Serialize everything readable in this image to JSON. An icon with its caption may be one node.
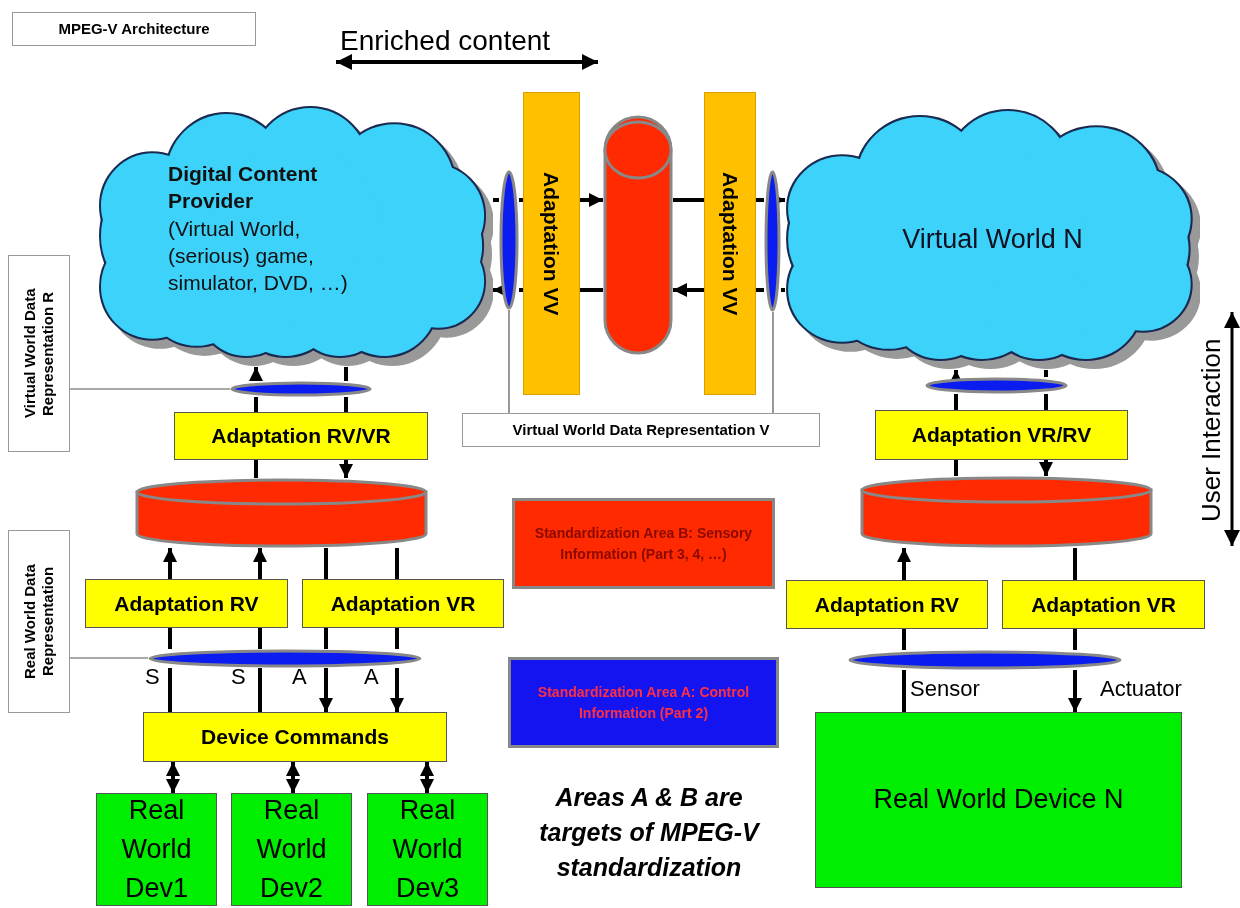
{
  "diagram": {
    "title": "MPEG-V Architecture",
    "nodes": [
      {
        "text": [
          "Digital Content Provider",
          "(Virtual World, (serious) game, simulator, DVD, …)"
        ]
      },
      {
        "text": [
          "Virtual World N"
        ]
      },
      {
        "text": [
          "Adaptation VV"
        ]
      },
      {
        "text": [],
        "shape": "cylinder"
      },
      {
        "text": [
          "Adaptation VV"
        ]
      },
      {
        "text": [],
        "shape": "ellipse"
      },
      {
        "text": [],
        "shape": "ellipse"
      },
      {
        "text": [
          "Virtual World Data Representation V"
        ]
      },
      {
        "text": [
          "Virtual World Data Representation R"
        ]
      },
      {
        "text": [],
        "shape": "ellipse"
      },
      {
        "text": [
          "Adaptation RV/VR"
        ]
      },
      {
        "text": [],
        "shape": "cylinder"
      },
      {
        "text": [
          "Adaptation RV"
        ]
      },
      {
        "text": [
          "Adaptation VR"
        ]
      },
      {
        "text": [
          "Real World Data Representation"
        ]
      },
      {
        "text": [],
        "shape": "ellipse"
      },
      {
        "text": [
          "Device Commands"
        ]
      },
      {
        "text": [
          "Real World Dev1"
        ]
      },
      {
        "text": [
          "Real World Dev2"
        ]
      },
      {
        "text": [
          "Real World Dev3"
        ]
      },
      {
        "text": [
          "Standardization Area B: Sensory Information (Part 3, 4, …)"
        ]
      },
      {
        "text": [
          "Standardization Area A: Control Information (Part 2)"
        ]
      },
      {
        "text": [],
        "shape": "ellipse"
      },
      {
        "text": [
          "Adaptation VR/RV"
        ]
      },
      {
        "text": [],
        "shape": "cylinder"
      },
      {
        "text": [
          "Adaptation RV"
        ]
      },
      {
        "text": [
          "Adaptation VR"
        ]
      },
      {
        "text": [],
        "shape": "ellipse"
      },
      {
        "text": [
          "Real World Device N"
        ]
      }
    ],
    "edges": [
      {
        "from": 0,
        "to": 5,
        "arrow": "none"
      },
      {
        "from": 5,
        "to": 2,
        "arrow": "none"
      },
      {
        "from": 2,
        "to": 3,
        "arrow": "to"
      },
      {
        "from": 3,
        "to": 4,
        "arrow": "none"
      },
      {
        "from": 4,
        "to": 6,
        "arrow": "none"
      },
      {
        "from": 6,
        "to": 1,
        "arrow": "to"
      },
      {
        "from": 1,
        "to": 6,
        "arrow": "none"
      },
      {
        "from": 6,
        "to": 4,
        "arrow": "none"
      },
      {
        "from": 4,
        "to": 3,
        "arrow": "to"
      },
      {
        "from": 3,
        "to": 2,
        "arrow": "none"
      },
      {
        "from": 2,
        "to": 5,
        "arrow": "none"
      },
      {
        "from": 5,
        "to": 0,
        "arrow": "to"
      },
      {
        "from": 11,
        "to": 10,
        "arrow": "none"
      },
      {
        "from": 10,
        "to": 9,
        "arrow": "none"
      },
      {
        "from": 9,
        "to": 0,
        "arrow": "to"
      },
      {
        "from": 0,
        "to": 9,
        "arrow": "none"
      },
      {
        "from": 9,
        "to": 10,
        "arrow": "none"
      },
      {
        "from": 10,
        "to": 11,
        "arrow": "to"
      },
      {
        "from": 16,
        "to": 15,
        "arrow": "none"
      },
      {
        "from": 15,
        "to": 12,
        "arrow": "none"
      },
      {
        "from": 12,
        "to": 11,
        "arrow": "to"
      },
      {
        "from": 16,
        "to": 15,
        "arrow": "none"
      },
      {
        "from": 15,
        "to": 12,
        "arrow": "none"
      },
      {
        "from": 12,
        "to": 11,
        "arrow": "to"
      },
      {
        "from": 11,
        "to": 13,
        "arrow": "none"
      },
      {
        "from": 13,
        "to": 15,
        "arrow": "none"
      },
      {
        "from": 15,
        "to": 16,
        "arrow": "to"
      },
      {
        "from": 11,
        "to": 13,
        "arrow": "none"
      },
      {
        "from": 13,
        "to": 15,
        "arrow": "none"
      },
      {
        "from": 15,
        "to": 16,
        "arrow": "to"
      },
      {
        "from": 16,
        "to": 17,
        "arrow": "both"
      },
      {
        "from": 16,
        "to": 18,
        "arrow": "both"
      },
      {
        "from": 16,
        "to": 19,
        "arrow": "both"
      },
      {
        "from": 24,
        "to": 23,
        "arrow": "none"
      },
      {
        "from": 23,
        "to": 22,
        "arrow": "none"
      },
      {
        "from": 22,
        "to": 1,
        "arrow": "to"
      },
      {
        "from": 1,
        "to": 22,
        "arrow": "none"
      },
      {
        "from": 22,
        "to": 23,
        "arrow": "none"
      },
      {
        "from": 23,
        "to": 24,
        "arrow": "to"
      },
      {
        "from": 28,
        "to": 27,
        "arrow": "none"
      },
      {
        "from": 27,
        "to": 25,
        "arrow": "none"
      },
      {
        "from": 25,
        "to": 24,
        "arrow": "to"
      },
      {
        "from": 24,
        "to": 26,
        "arrow": "none"
      },
      {
        "from": 26,
        "to": 27,
        "arrow": "none"
      },
      {
        "from": 27,
        "to": 28,
        "arrow": "to"
      },
      {
        "from": 8,
        "to": 9,
        "arrow": "none"
      },
      {
        "from": 14,
        "to": 15,
        "arrow": "none"
      },
      {
        "from": 7,
        "to": 5,
        "arrow": "none"
      },
      {
        "from": 7,
        "to": 6,
        "arrow": "none"
      }
    ],
    "labels": [
      "Enriched content",
      "User Interaction",
      "S",
      "S",
      "A",
      "A",
      "Sensor",
      "Actuator",
      "Areas A & B are targets of MPEG-V standardization"
    ]
  }
}
